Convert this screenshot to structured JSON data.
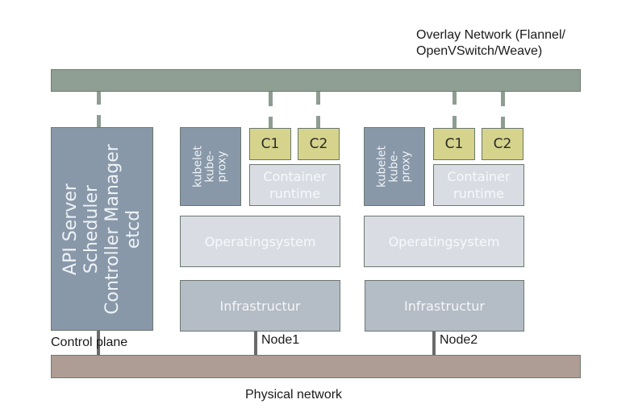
{
  "overlay_network": {
    "label_line1": "Overlay Network (Flannel/",
    "label_line2": "OpenVSwitch/Weave)"
  },
  "physical_network": {
    "label": "Physical network"
  },
  "control_plane": {
    "label": "Control plane",
    "components": [
      "API Server",
      "Scheduler",
      "Controller Manager",
      "etcd"
    ]
  },
  "nodes": [
    {
      "label": "Node1",
      "agent_lines": [
        "kubelet",
        "kube-",
        "proxy"
      ],
      "containers": [
        "C1",
        "C2"
      ],
      "runtime_lines": [
        "Container",
        "runtime"
      ],
      "os": "Operatingsystem",
      "infra": "Infrastructur"
    },
    {
      "label": "Node2",
      "agent_lines": [
        "kubelet",
        "kube-",
        "proxy"
      ],
      "containers": [
        "C1",
        "C2"
      ],
      "runtime_lines": [
        "Container",
        "runtime"
      ],
      "os": "Operatingsystem",
      "infra": "Infrastructur"
    }
  ],
  "colors": {
    "overlay": "#909f94",
    "physical": "#ae9d94",
    "control_plane_box": "#8898a9",
    "container": "#d6d38c",
    "runtime_os": "#d9dde3",
    "infrastructure": "#b4bcc6"
  }
}
